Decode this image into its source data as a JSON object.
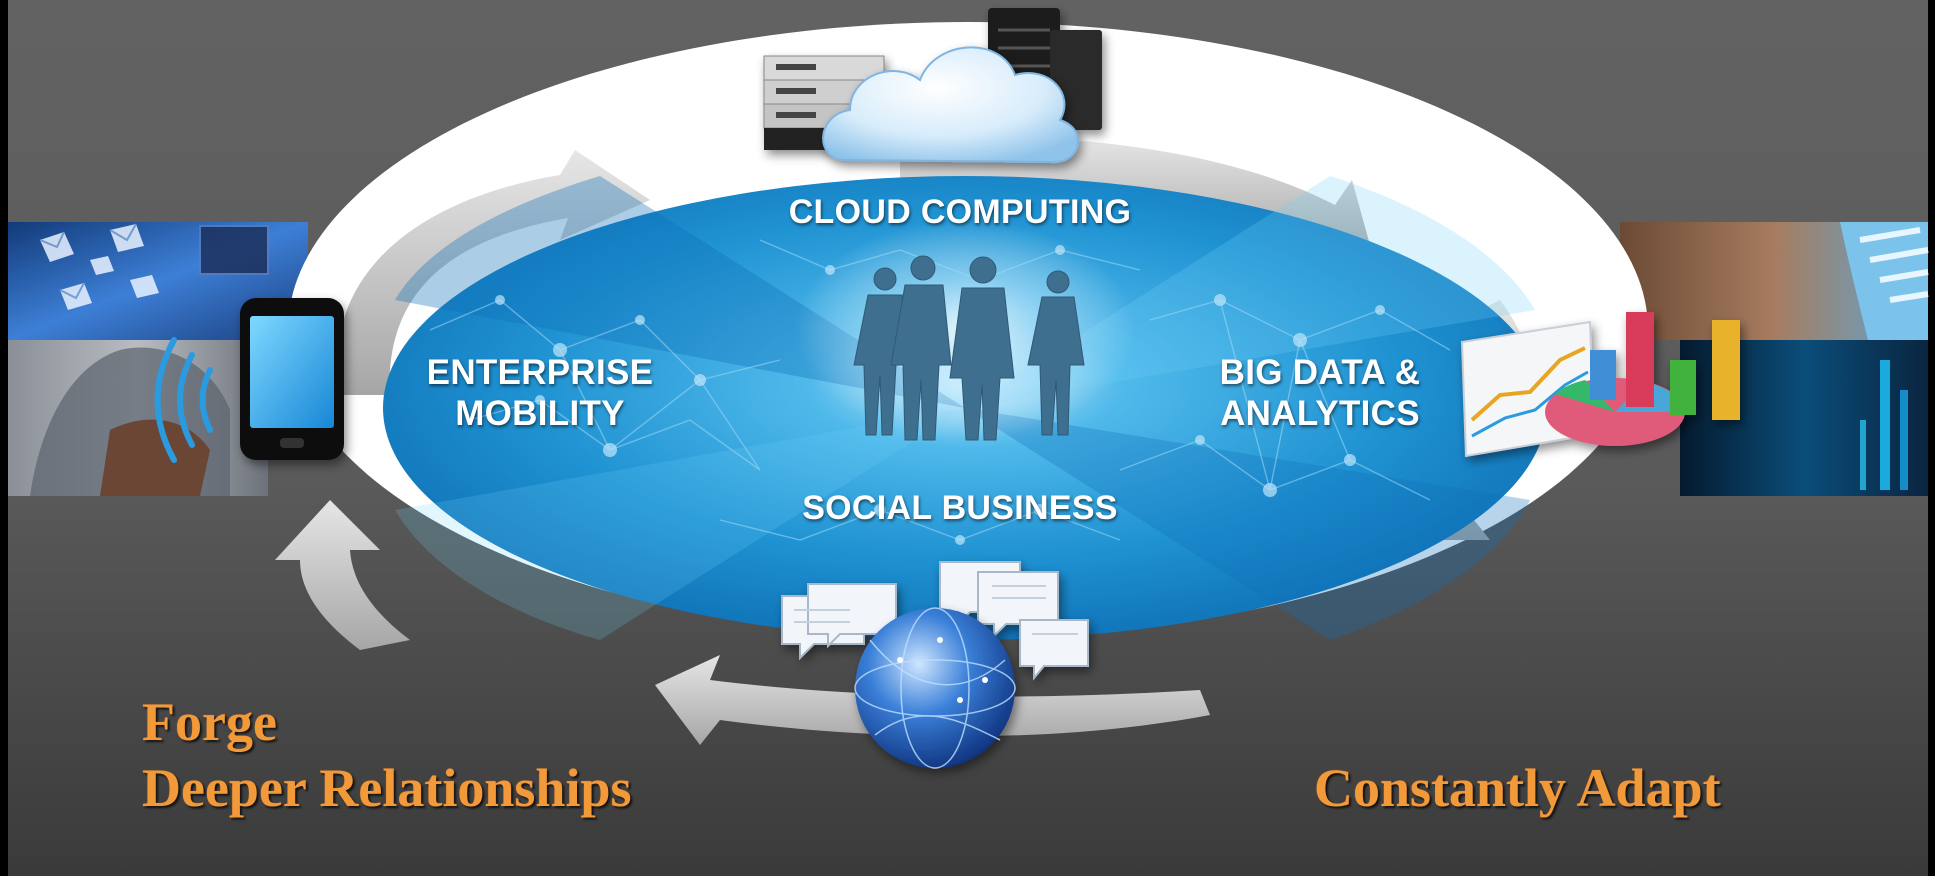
{
  "diagram": {
    "segments": {
      "cloud": "CLOUD COMPUTING",
      "mobility_line1": "ENTERPRISE",
      "mobility_line2": "MOBILITY",
      "bigdata_line1": "BIG DATA &",
      "bigdata_line2": "ANALYTICS",
      "social": "SOCIAL BUSINESS"
    },
    "taglines": {
      "left_line1": "Forge",
      "left_line2": "Deeper Relationships",
      "right": "Constantly Adapt"
    },
    "icons": [
      "server-rack-icon",
      "cloud-icon",
      "people-group-icon",
      "smartphone-icon",
      "signal-waves-icon",
      "analytics-charts-icon",
      "globe-icon",
      "chat-bubbles-icon",
      "envelope-icon"
    ],
    "colors": {
      "background": "#5a5a5a",
      "ellipse_blue": "#1e8fd0",
      "ellipse_light": "#6ccaf2",
      "arrow_grey": "#b8b8b8",
      "tagline_orange": "#f29a3a",
      "label_white": "#ffffff"
    }
  }
}
